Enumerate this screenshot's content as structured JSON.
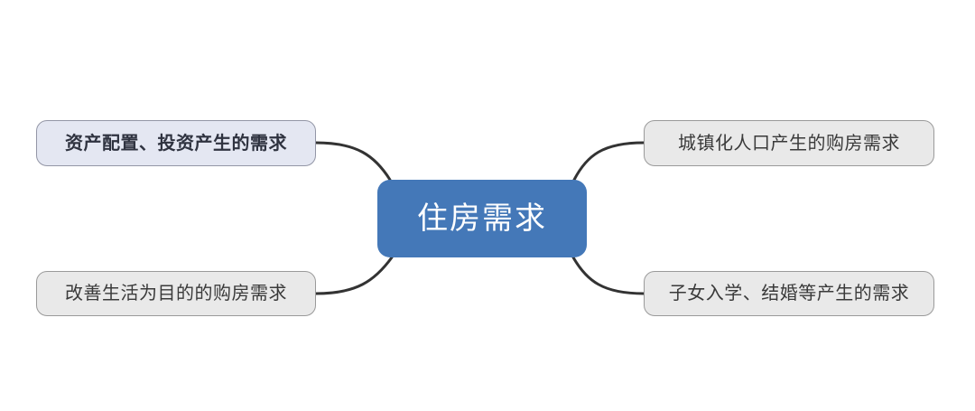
{
  "diagram": {
    "type": "mind-map",
    "title": "住房需求",
    "center": {
      "label": "住房需求",
      "fill": "#4478b8",
      "text_color": "#ffffff"
    },
    "branches": [
      {
        "id": "top-left",
        "label": "资产配置、投资产生的需求",
        "position": "top-left",
        "fill": "#e4e7f2",
        "border": "#9396a6",
        "text_color": "#2f3340",
        "emphasis": "bold"
      },
      {
        "id": "top-right",
        "label": "城镇化人口产生的购房需求",
        "position": "top-right",
        "fill": "#e9e9e9",
        "border": "#9a9a9a",
        "text_color": "#3a3a3a",
        "emphasis": "normal"
      },
      {
        "id": "bottom-left",
        "label": "改善生活为目的的购房需求",
        "position": "bottom-left",
        "fill": "#e9e9e9",
        "border": "#9a9a9a",
        "text_color": "#3a3a3a",
        "emphasis": "normal"
      },
      {
        "id": "bottom-right",
        "label": "子女入学、结婚等产生的需求",
        "position": "bottom-right",
        "fill": "#e9e9e9",
        "border": "#9a9a9a",
        "text_color": "#3a3a3a",
        "emphasis": "normal"
      }
    ],
    "connector_color": "#333333",
    "background": "#ffffff"
  }
}
